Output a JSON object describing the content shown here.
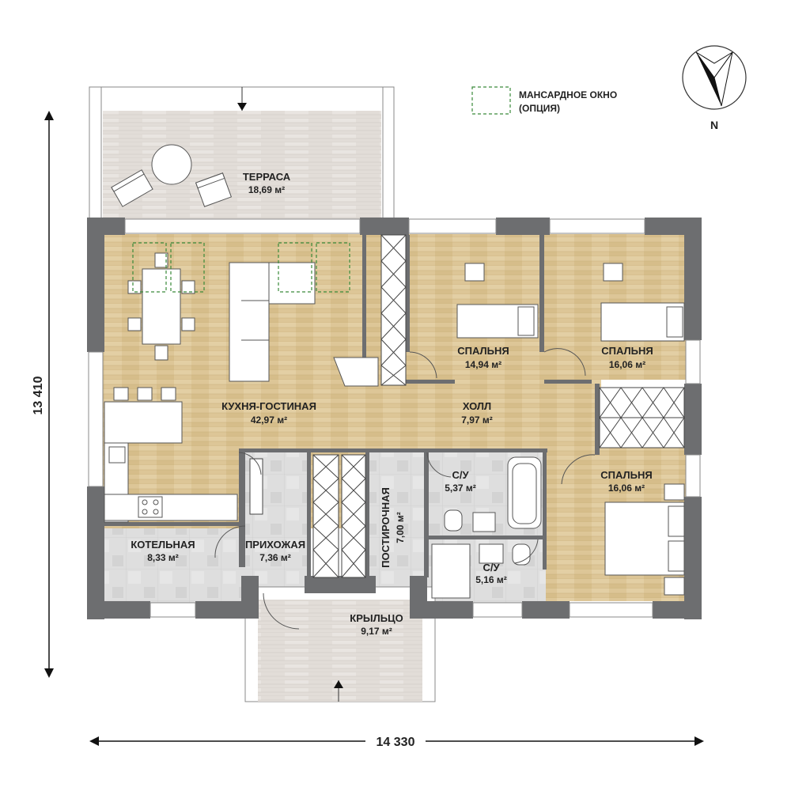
{
  "legend": {
    "line1": "МАНСАРДНОЕ ОКНО",
    "line2": "(ОПЦИЯ)",
    "color": "#3a8a3a"
  },
  "compass": {
    "label": "N"
  },
  "dimensions": {
    "width": "14 330",
    "height": "13 410"
  },
  "rooms": {
    "terrace": {
      "name": "ТЕРРАСА",
      "area": "18,69 м²"
    },
    "kitchen": {
      "name": "КУХНЯ-ГОСТИНАЯ",
      "area": "42,97 м²"
    },
    "bedroom1": {
      "name": "СПАЛЬНЯ",
      "area": "14,94 м²"
    },
    "bedroom2": {
      "name": "СПАЛЬНЯ",
      "area": "16,06 м²"
    },
    "hall": {
      "name": "ХОЛЛ",
      "area": "7,97 м²"
    },
    "bath1": {
      "name": "С/У",
      "area": "5,37 м²"
    },
    "bedroom3": {
      "name": "СПАЛЬНЯ",
      "area": "16,06 м²"
    },
    "laundry": {
      "name": "ПОСТИРОЧНАЯ",
      "area": "7,00 м²"
    },
    "boiler": {
      "name": "КОТЕЛЬНАЯ",
      "area": "8,33 м²"
    },
    "entry": {
      "name": "ПРИХОЖАЯ",
      "area": "7,36 м²"
    },
    "bath2": {
      "name": "С/У",
      "area": "5,16 м²"
    },
    "porch": {
      "name": "КРЫЛЬЦО",
      "area": "9,17 м²"
    }
  },
  "colors": {
    "wood": "#ddc697",
    "tile": "#dcdcdc",
    "deck": "#e0dbd6",
    "wall": "#6d6e70"
  }
}
